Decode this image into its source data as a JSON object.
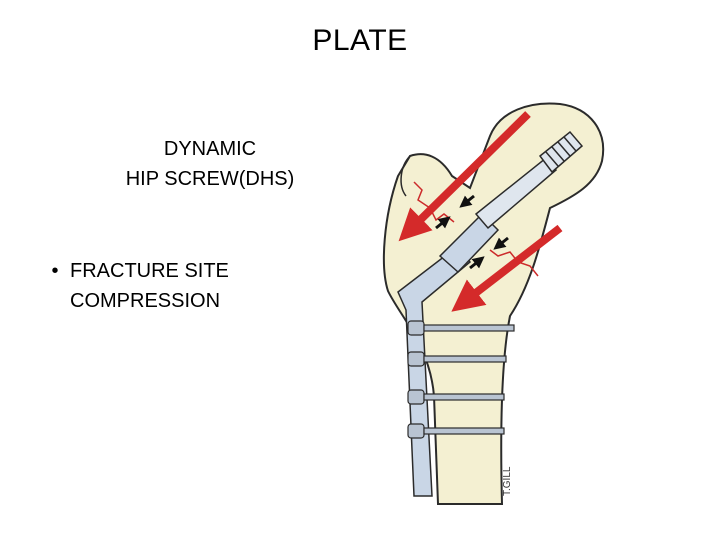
{
  "slide": {
    "title": "PLATE",
    "subtitle_line1": "DYNAMIC",
    "subtitle_line2": "HIP SCREW(DHS)",
    "bullet": {
      "marker": "•",
      "line1": "FRACTURE SITE",
      "line2": "COMPRESSION"
    }
  },
  "illustration": {
    "signature": "T.GILL",
    "colors": {
      "bone": "#f4f0d2",
      "bone_outline": "#2b2b2b",
      "plate": "#c9d6e6",
      "arrow": "#d42a2a",
      "fracture_line": "#cc2b2b",
      "compression_arrow": "#111111"
    }
  }
}
